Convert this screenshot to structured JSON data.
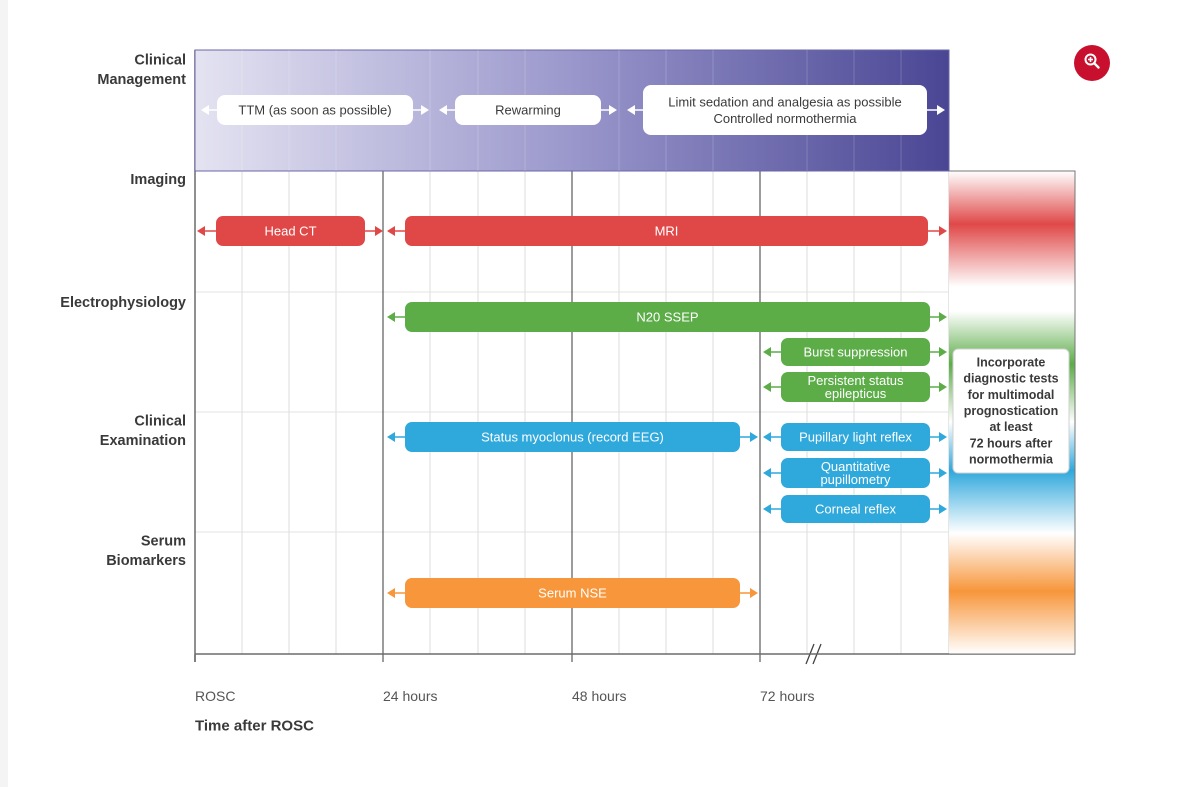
{
  "rows": [
    {
      "id": "clinical-management",
      "lines": [
        "Clinical",
        "Management"
      ]
    },
    {
      "id": "imaging",
      "lines": [
        "Imaging"
      ]
    },
    {
      "id": "electrophysiology",
      "lines": [
        "Electrophysiology"
      ]
    },
    {
      "id": "clinical-examination",
      "lines": [
        "Clinical",
        "Examination"
      ]
    },
    {
      "id": "serum-biomarkers",
      "lines": [
        "Serum",
        "Biomarkers"
      ]
    }
  ],
  "axis": {
    "title": "Time after ROSC",
    "ticks": [
      "ROSC",
      "24 hours",
      "48 hours",
      "72 hours"
    ]
  },
  "management": [
    {
      "id": "ttm",
      "lines": [
        "TTM (as soon as possible)"
      ]
    },
    {
      "id": "rewarming",
      "lines": [
        "Rewarming"
      ]
    },
    {
      "id": "sedation",
      "lines": [
        "Limit sedation and analgesia as possible",
        "Controlled normothermia"
      ]
    }
  ],
  "bars": [
    {
      "id": "head-ct",
      "lines": [
        "Head CT"
      ],
      "category": "imaging"
    },
    {
      "id": "mri",
      "lines": [
        "MRI"
      ],
      "category": "imaging"
    },
    {
      "id": "n20-ssep",
      "lines": [
        "N20 SSEP"
      ],
      "category": "electrophysiology"
    },
    {
      "id": "burst-suppression",
      "lines": [
        "Burst suppression"
      ],
      "category": "electrophysiology"
    },
    {
      "id": "status-epilepticus",
      "lines": [
        "Persistent status",
        "epilepticus"
      ],
      "category": "electrophysiology"
    },
    {
      "id": "status-myoclonus",
      "lines": [
        "Status myoclonus (record EEG)"
      ],
      "category": "clinical"
    },
    {
      "id": "pupillary-light-reflex",
      "lines": [
        "Pupillary light reflex"
      ],
      "category": "clinical"
    },
    {
      "id": "quantitative-pupillometry",
      "lines": [
        "Quantitative",
        "pupillometry"
      ],
      "category": "clinical"
    },
    {
      "id": "corneal-reflex",
      "lines": [
        "Corneal reflex"
      ],
      "category": "clinical"
    },
    {
      "id": "serum-nse",
      "lines": [
        "Serum NSE"
      ],
      "category": "biomarker"
    }
  ],
  "note": {
    "lines": [
      "Incorporate",
      "diagnostic tests",
      "for multimodal",
      "prognostication",
      "at least",
      "72 hours after",
      "normothermia"
    ]
  },
  "colors": {
    "imaging": "#e04848",
    "electrophysiology": "#5cac48",
    "clinical": "#2fa8dc",
    "biomarker": "#f7963a",
    "management_dark": "#4a4694",
    "management_light": "#e4e3f1"
  },
  "icons": {
    "zoom": "zoom-in-icon"
  }
}
